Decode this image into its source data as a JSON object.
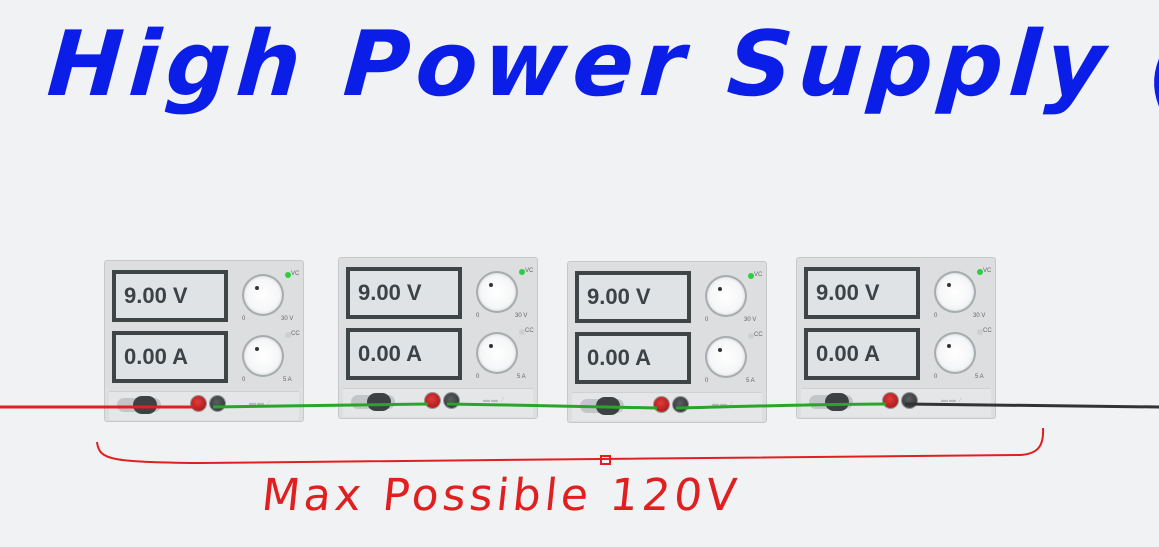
{
  "title": "High Power Supply (DC)",
  "annotation": "Max Possible 120V",
  "supplies": [
    {
      "voltage": "9.00 V",
      "current": "0.00 A"
    },
    {
      "voltage": "9.00 V",
      "current": "0.00 A"
    },
    {
      "voltage": "9.00 V",
      "current": "0.00 A"
    },
    {
      "voltage": "9.00 V",
      "current": "0.00 A"
    }
  ],
  "knob_labels": {
    "volt_min": "0",
    "volt_max": "30 V",
    "amp_min": "0",
    "amp_max": "5 A",
    "vc": "VC",
    "cc": "CC"
  },
  "colors": {
    "title": "#0a1ee8",
    "annotation": "#e02020",
    "wire_positive": "#e02020",
    "wire_series": "#2aa52a",
    "wire_negative": "#333333",
    "led_on": "#2ecc40"
  }
}
